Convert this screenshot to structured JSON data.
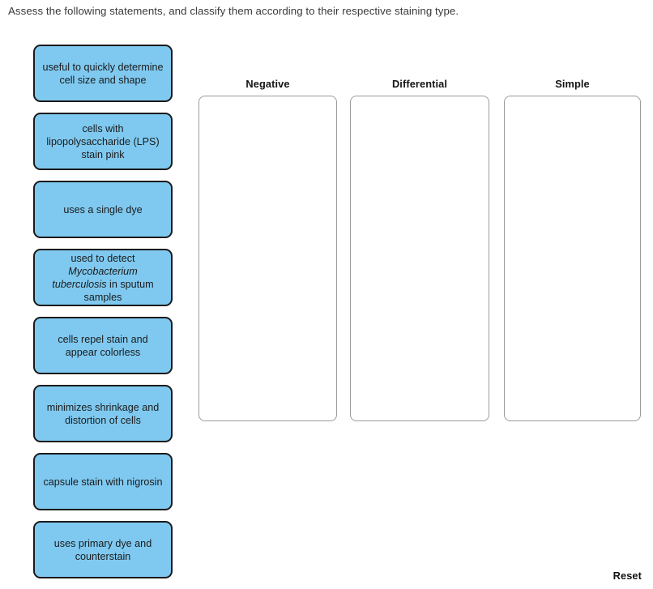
{
  "instruction": "Assess the following statements, and classify them according to their respective staining type.",
  "colors": {
    "tile_fill": "#7FC9F0",
    "tile_border": "#1a1a1a",
    "zone_border": "#9b9b9b",
    "page_background": "#ffffff",
    "text": "#1b1b1b"
  },
  "tiles": [
    {
      "text": "useful to quickly determine cell size and shape",
      "italic_part": ""
    },
    {
      "text": "cells with lipopolysaccharide (LPS) stain pink",
      "italic_part": ""
    },
    {
      "text": "uses a single dye",
      "italic_part": ""
    },
    {
      "text": "used to detect Mycobacterium tuberculosis in sputum samples",
      "italic_part": "Mycobacterium tuberculosis",
      "prefix": "used to detect ",
      "suffix": " in sputum samples"
    },
    {
      "text": "cells repel stain and appear colorless",
      "italic_part": ""
    },
    {
      "text": "minimizes shrinkage and distortion of cells",
      "italic_part": ""
    },
    {
      "text": "capsule stain with nigrosin",
      "italic_part": ""
    },
    {
      "text": "uses primary dye and counterstain",
      "italic_part": ""
    }
  ],
  "zones": [
    {
      "header": "Negative",
      "items": []
    },
    {
      "header": "Differential",
      "items": []
    },
    {
      "header": "Simple",
      "items": []
    }
  ],
  "reset_label": "Reset"
}
